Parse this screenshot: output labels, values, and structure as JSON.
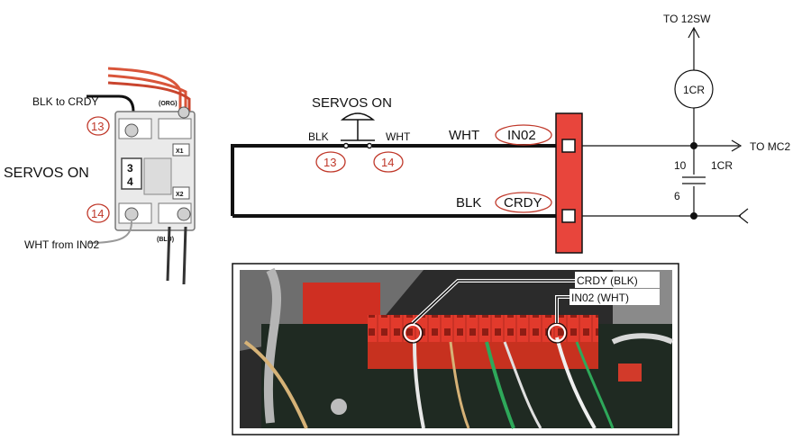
{
  "contactor": {
    "top_label": "BLK to CRDY",
    "terminal_top": "13",
    "terminal_bottom": "14",
    "side_label": "SERVOS ON",
    "bottom_label": "WHT from IN02",
    "module_number_top": "3",
    "module_number_bottom": "4",
    "x1": "X1",
    "x2": "X2",
    "org_label": "(ORG)",
    "blu_label": "(BLU)"
  },
  "schematic": {
    "switch_title": "SERVOS ON",
    "switch_left_label": "BLK",
    "switch_right_label": "WHT",
    "switch_left_num": "13",
    "switch_right_num": "14",
    "wire_top_color": "WHT",
    "wire_top_signal": "IN02",
    "wire_bottom_color": "BLK",
    "wire_bottom_signal": "CRDY",
    "to_12sw": "TO 12SW",
    "coil_label": "1CR",
    "to_mc2": "TO MC2",
    "contact_top_num": "10",
    "contact_bottom_num": "6",
    "contact_label": "1CR"
  },
  "photo": {
    "callout_crdy": "CRDY (BLK)",
    "callout_in02": "IN02 (WHT)"
  },
  "colors": {
    "terminal_strip": "#e8453c",
    "highlight_red": "#c0392b",
    "wire_black": "#111111",
    "wire_red": "#d9553a"
  }
}
